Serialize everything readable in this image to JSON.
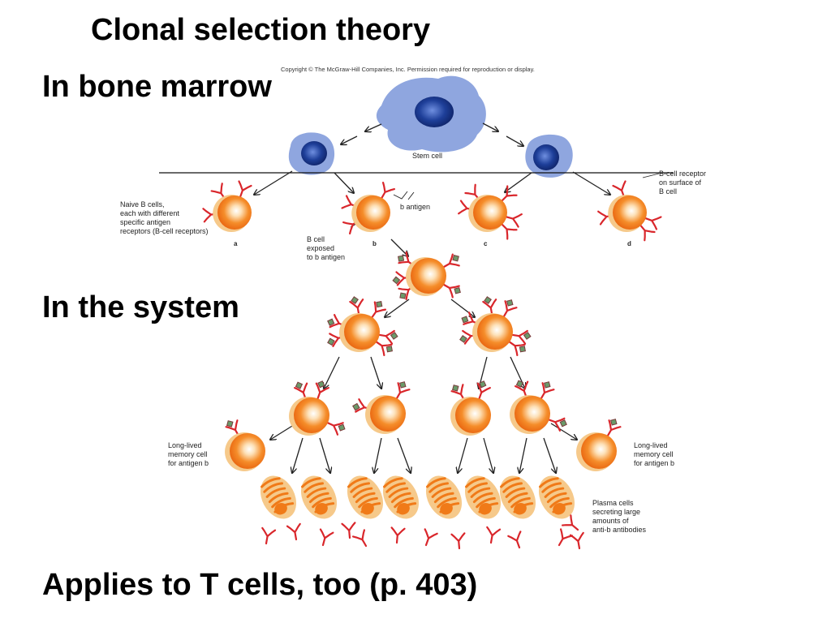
{
  "slide": {
    "title": "Clonal selection theory",
    "heading_bone_marrow": "In bone marrow",
    "heading_system": "In the system",
    "heading_t_cells": "Applies to T cells, too (p. 403)"
  },
  "figure": {
    "copyright": "Copyright © The McGraw-Hill Companies, Inc. Permission required for reproduction or display.",
    "stem_cell_label": "Stem cell",
    "naive_label": [
      "Naive B cells,",
      "each with different",
      "specific antigen",
      "receptors (B-cell receptors)"
    ],
    "receptor_label": [
      "B-cell receptor",
      "on surface of",
      "B cell"
    ],
    "antigen_label": "b antigen",
    "exposed_label": [
      "B cell",
      "exposed",
      "to b antigen"
    ],
    "cell_letters": [
      "a",
      "b",
      "c",
      "d"
    ],
    "memory_label": [
      "Long-lived",
      "memory cell",
      "for antigen b"
    ],
    "plasma_label": [
      "Plasma cells",
      "secreting large",
      "amounts of",
      "anti-b antibodies"
    ]
  },
  "colors": {
    "cell_orange": "#f07a18",
    "cell_outer": "#f6c98a",
    "stem_blue": "#8fa6df",
    "nucleus_blue": "#1e3f99",
    "receptor_red": "#d9262b",
    "antigen_green": "#6a9a6a"
  }
}
